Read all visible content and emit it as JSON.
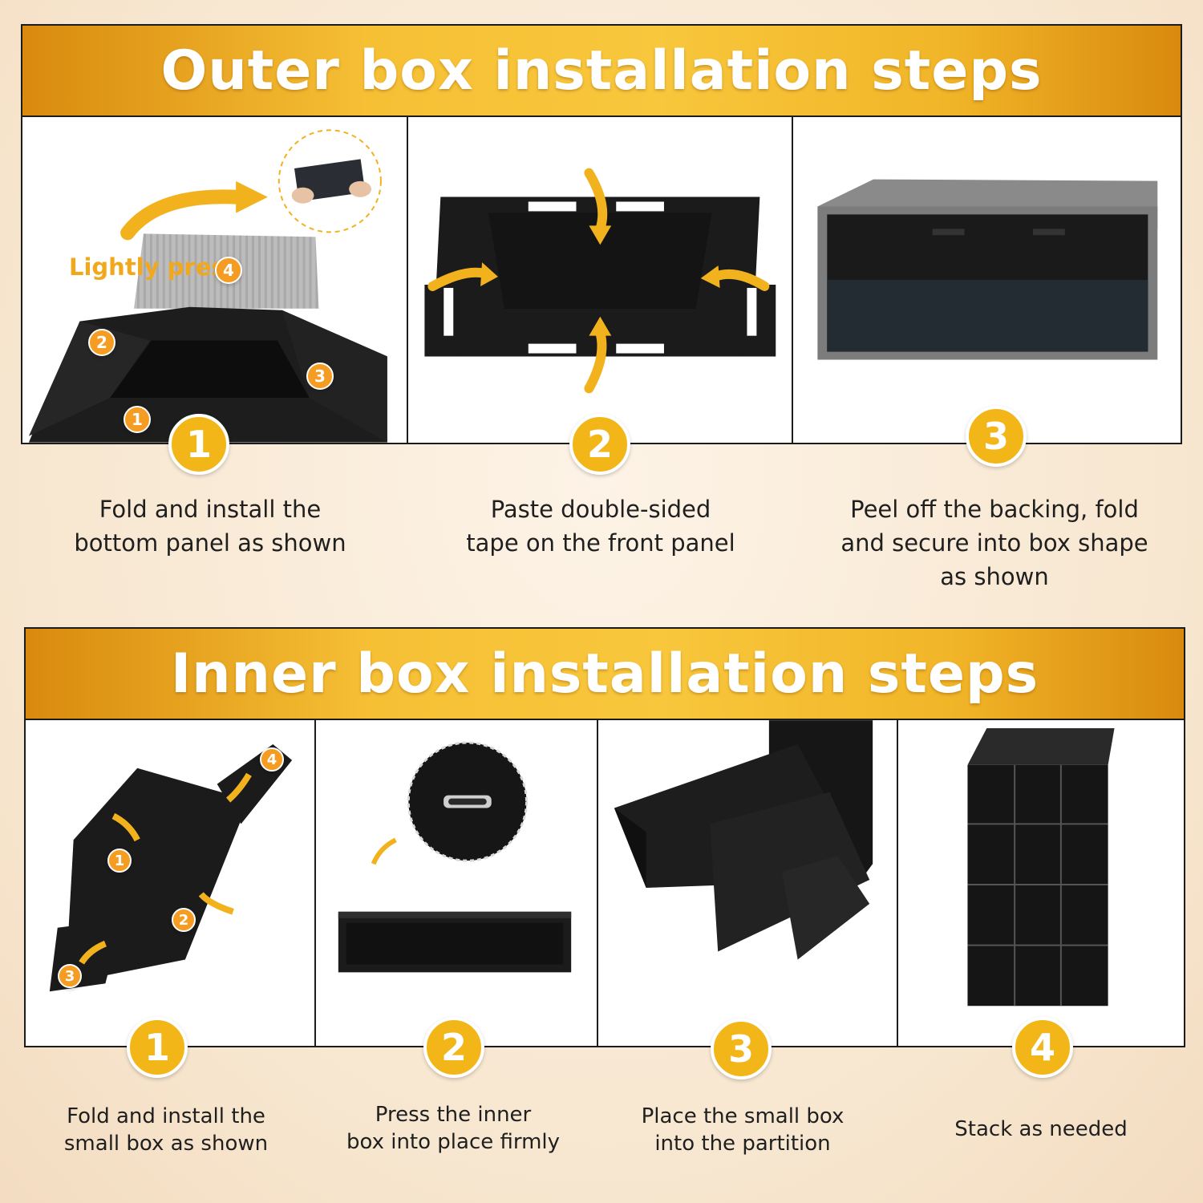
{
  "outer": {
    "title": "Outer box installation steps",
    "press_label": "Lightly press",
    "steps": [
      {
        "num": "1",
        "caption_lines": [
          "Fold and install the",
          "bottom panel as shown"
        ],
        "markers": [
          "1",
          "2",
          "3",
          "4"
        ]
      },
      {
        "num": "2",
        "caption_lines": [
          "Paste double-sided",
          "tape on the front panel"
        ]
      },
      {
        "num": "3",
        "caption_lines": [
          "Peel off the backing, fold",
          "and secure into box shape",
          "as shown"
        ]
      }
    ]
  },
  "inner": {
    "title": "Inner box installation steps",
    "steps": [
      {
        "num": "1",
        "caption_lines": [
          "Fold and install the",
          "small box as shown"
        ],
        "markers": [
          "1",
          "2",
          "3",
          "4"
        ]
      },
      {
        "num": "2",
        "caption_lines": [
          "Press the inner",
          "box into place firmly"
        ]
      },
      {
        "num": "3",
        "caption_lines": [
          "Place the small box",
          "into the partition"
        ]
      },
      {
        "num": "4",
        "caption_lines": [
          "Stack as needed"
        ]
      }
    ]
  },
  "colors": {
    "accent": "#f2b619",
    "banner_light": "#f8c73c",
    "banner_dark": "#d98a0e",
    "box_black": "#1a1a1a"
  }
}
